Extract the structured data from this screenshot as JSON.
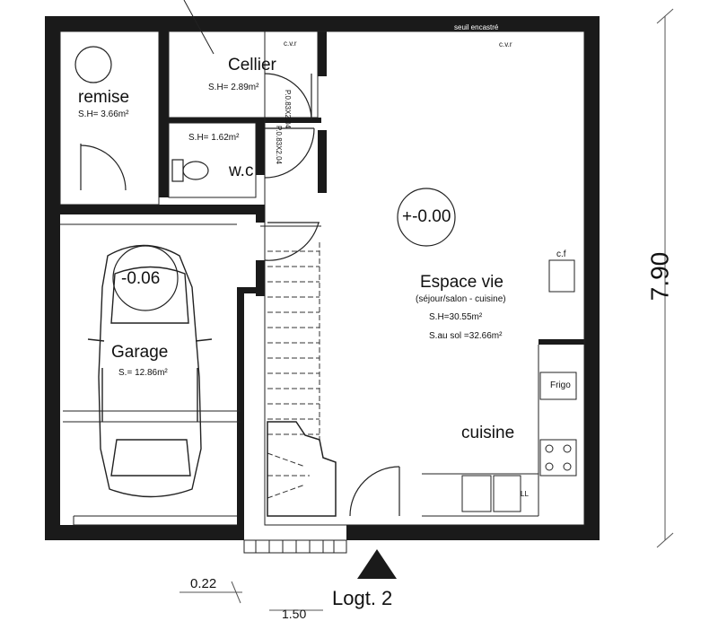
{
  "plan": {
    "title": "Logt. 2",
    "dimensions": {
      "height": "7.90",
      "bottom_left": "0.22",
      "bottom_partial": "1.50"
    },
    "levels": {
      "living": "+-0.00",
      "garage": "-0.06"
    },
    "annotations": {
      "cvr_1": "c.v.r",
      "cvr_2": "c.v.r",
      "seuil": "seuil encastré",
      "cf": "c.f",
      "frigo": "Frigo",
      "ll": "LL"
    },
    "doors": {
      "cellier": "P.0.83X2.04",
      "wc": "P.0.83X2.04"
    }
  },
  "rooms": {
    "remise": {
      "name": "remise",
      "area": "S.H= 3.66m²"
    },
    "cellier": {
      "name": "Cellier",
      "area": "S.H= 2.89m²"
    },
    "wc": {
      "name": "w.c",
      "area": "S.H= 1.62m²"
    },
    "garage": {
      "name": "Garage",
      "area": "S.= 12.86m²"
    },
    "espace": {
      "name": "Espace vie",
      "subtitle": "(séjour/salon - cuisine)",
      "area": "S.H=30.55m²",
      "area_floor": "S.au sol =32.66m²"
    },
    "cuisine": {
      "name": "cuisine"
    }
  },
  "colors": {
    "wall": "#1a1a1a",
    "line": "#222222",
    "dim": "#555555"
  }
}
